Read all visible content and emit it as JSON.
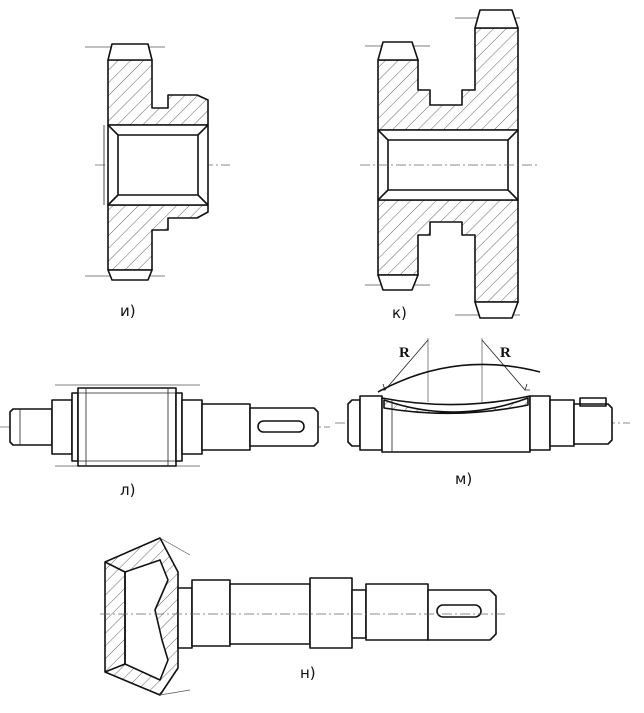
{
  "figures": [
    {
      "id": "i",
      "caption": "и)"
    },
    {
      "id": "k",
      "caption": "к)"
    },
    {
      "id": "l",
      "caption": "л)"
    },
    {
      "id": "m",
      "caption": "м)",
      "radius_labels": [
        "R",
        "R"
      ]
    },
    {
      "id": "n",
      "caption": "н)"
    }
  ],
  "hatch_color": "#555555",
  "line_color": "#111111"
}
